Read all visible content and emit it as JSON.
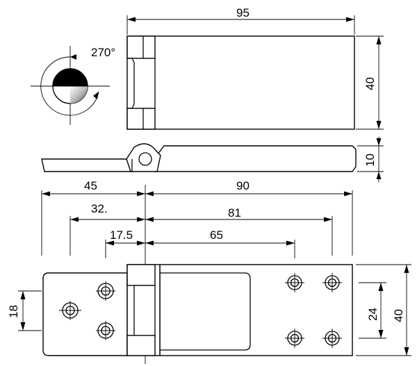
{
  "rotation_symbol": {
    "angle_label": "270°"
  },
  "top_view": {
    "length_label": "95",
    "width_label": "40"
  },
  "side_view": {
    "thickness_label": "10"
  },
  "front_view": {
    "dims": {
      "left_length": "45",
      "right_length": "90",
      "left_hole_offset": "32.",
      "right_hole_offset": "81",
      "inner_hole_offset": "17.5",
      "inner_right_hole_offset": "65",
      "left_hole_spacing": "18",
      "right_hole_spacing": "24",
      "total_height": "40"
    }
  },
  "colors": {
    "ink": "#000000",
    "paper": "#ffffff"
  }
}
